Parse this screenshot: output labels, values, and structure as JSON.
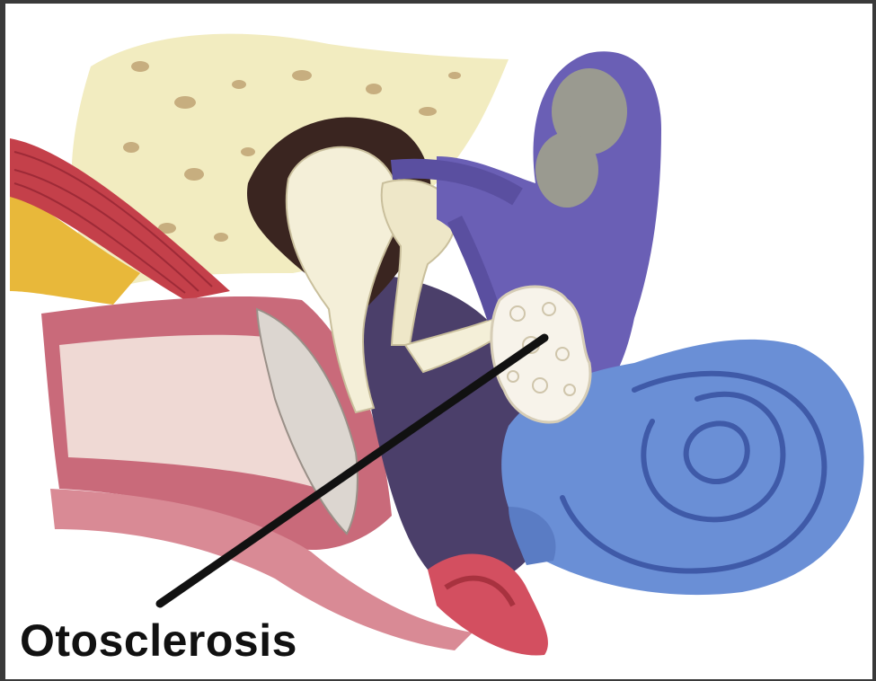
{
  "label": {
    "text": "Otosclerosis"
  },
  "colors": {
    "bone": "#f2ecc0",
    "bone_spots": "#b99a6a",
    "canal_wall": "#c96a7a",
    "canal_inner": "#efd9d4",
    "eardrum": "#dcd6d0",
    "ossicle": "#f4efd8",
    "ossicle_dark": "#3a2520",
    "middle_ear": "#4b3f6a",
    "vestibular": "#6a5fb5",
    "canal_gray": "#9a9a90",
    "cochlea": "#6a8fd6",
    "cochlea_line": "#3f5aa8",
    "lesion": "#f7f3ea",
    "muscle": "#c4404a",
    "fat": "#e8b83a",
    "pointer": "#111111"
  },
  "icons": [
    "ear-anatomy-illustration",
    "pointer-line"
  ]
}
